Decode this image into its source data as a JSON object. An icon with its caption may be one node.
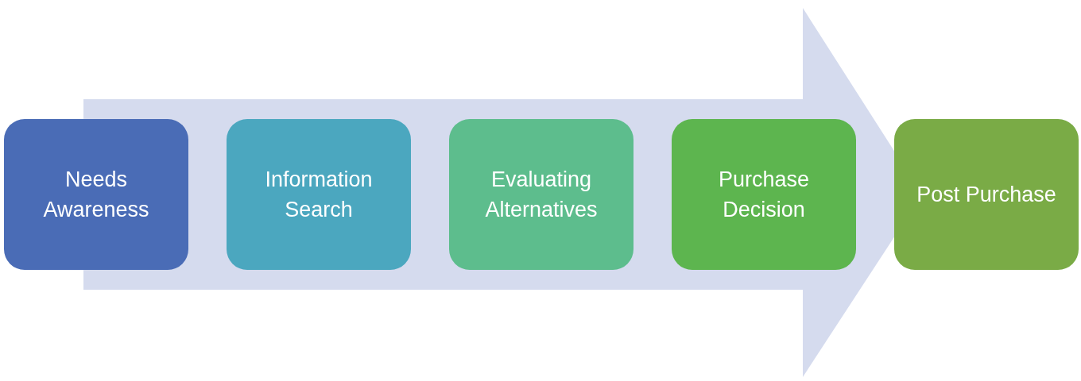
{
  "diagram": {
    "nodes": [
      {
        "text": [
          "Needs Awareness"
        ]
      },
      {
        "text": [
          "Information Search"
        ]
      },
      {
        "text": [
          "Evaluating Alternatives"
        ]
      },
      {
        "text": [
          "Purchase Decision"
        ]
      },
      {
        "text": [
          "Post Purchase"
        ]
      }
    ]
  }
}
